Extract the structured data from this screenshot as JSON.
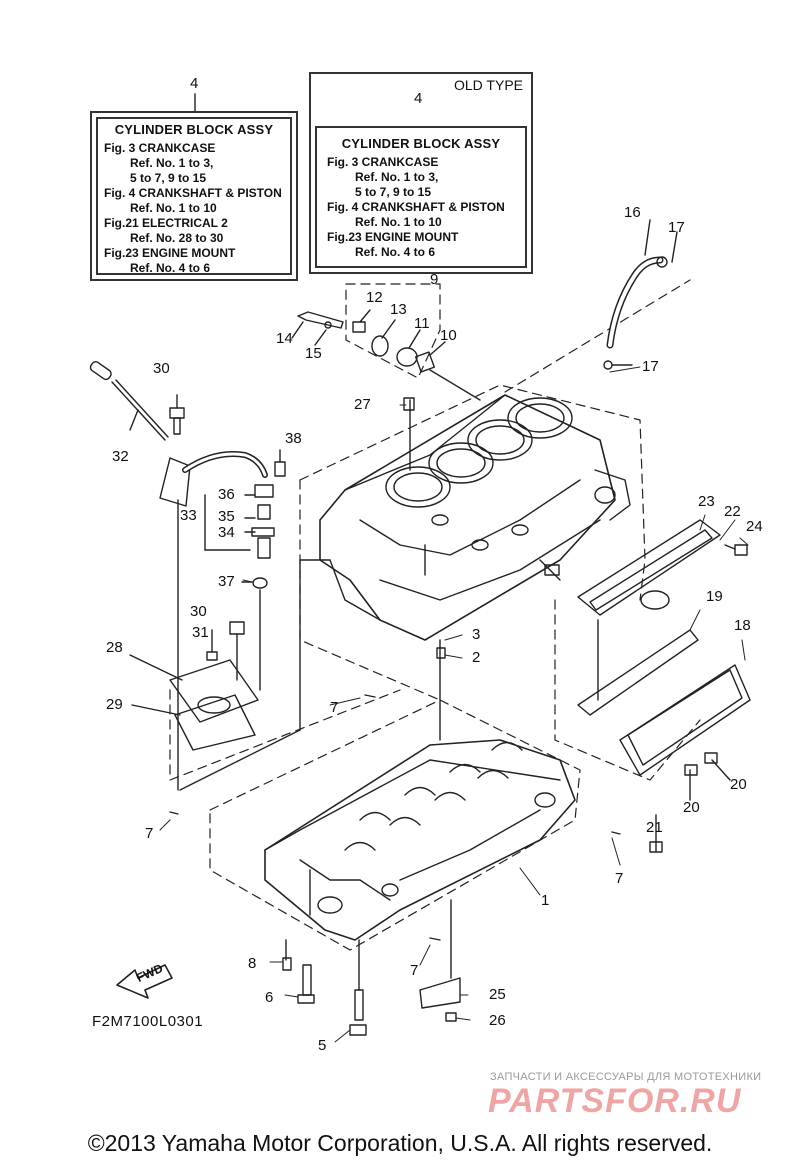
{
  "box_new": {
    "ref": "4",
    "title": "CYLINDER BLOCK ASSY",
    "lines": [
      "Fig.  3 CRANKCASE",
      "Ref. No. 1 to 3,",
      "5 to 7, 9 to 15",
      "Fig.  4 CRANKSHAFT & PISTON",
      "Ref. No. 1 to 10",
      "Fig.21 ELECTRICAL 2",
      "Ref. No. 28 to 30",
      "Fig.23 ENGINE MOUNT",
      "Ref. No. 4 to 6"
    ]
  },
  "box_old": {
    "label": "OLD TYPE",
    "ref": "4",
    "title": "CYLINDER BLOCK ASSY",
    "lines": [
      "Fig.  3 CRANKCASE",
      "Ref. No. 1 to 3,",
      "5 to 7, 9 to 15",
      "Fig.  4 CRANKSHAFT & PISTON",
      "Ref. No. 1 to 10",
      "Fig.23 ENGINE MOUNT",
      "Ref. No. 4 to 6"
    ]
  },
  "callouts": [
    "16",
    "17",
    "9",
    "12",
    "13",
    "11",
    "10",
    "14",
    "15",
    "17",
    "30",
    "27",
    "32",
    "38",
    "36",
    "33",
    "35",
    "34",
    "23",
    "22",
    "24",
    "37",
    "19",
    "18",
    "30",
    "31",
    "3",
    "2",
    "28",
    "7",
    "29",
    "20",
    "20",
    "7",
    "21",
    "1",
    "7",
    "8",
    "7",
    "6",
    "25",
    "26",
    "5"
  ],
  "fwd_label": "FWD",
  "figure_code": "F2M7100L0301",
  "watermark_small": "ЗАПЧАСТИ И АКСЕССУАРЫ ДЛЯ МОТОТЕХНИКИ",
  "watermark_logo": "PARTSFOR.RU",
  "copyright": "©2013 Yamaha Motor Corporation, U.S.A. All rights reserved."
}
